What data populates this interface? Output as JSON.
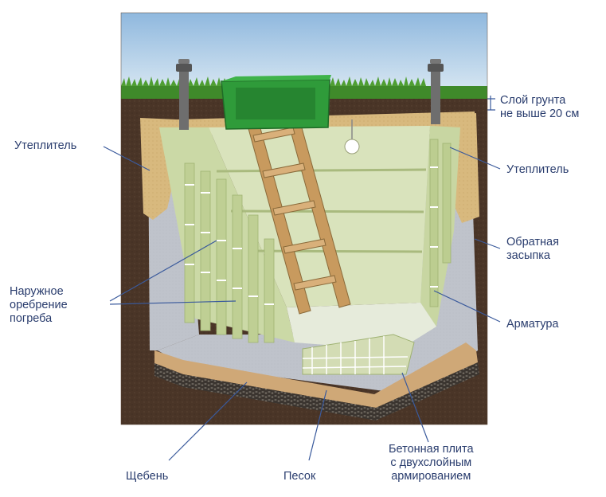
{
  "labels": {
    "insulation_left": "Утеплитель",
    "soil_layer_line1": "Слой грунта",
    "soil_layer_line2": "не выше 20 см",
    "insulation_right": "Утеплитель",
    "backfill_line1": "Обратная",
    "backfill_line2": "засыпка",
    "ribbing_line1": "Наружное",
    "ribbing_line2": "оребрение",
    "ribbing_line3": "погреба",
    "rebar": "Арматура",
    "gravel": "Щебень",
    "sand": "Песок",
    "slab_line1": "Бетонная плита",
    "slab_line2": "с двухслойным",
    "slab_line3": "армированием"
  },
  "colors": {
    "label_text": "#2a3d6e",
    "leader_line": "#3a5a9c",
    "sky": "#bcd6ec",
    "soil": "#4a3527",
    "grass": "#3f8a2a",
    "insulation": "#d8b97e",
    "backfill": "#bfc3cb",
    "cellar_wall": "#d4dfb4",
    "cellar_rib": "#c2d09a",
    "hatch": "#2f9b3a",
    "ladder": "#c89a5e",
    "vent_pipe": "#6e6e6e",
    "sand": "#cfa877",
    "gravel": "#3b3530"
  }
}
